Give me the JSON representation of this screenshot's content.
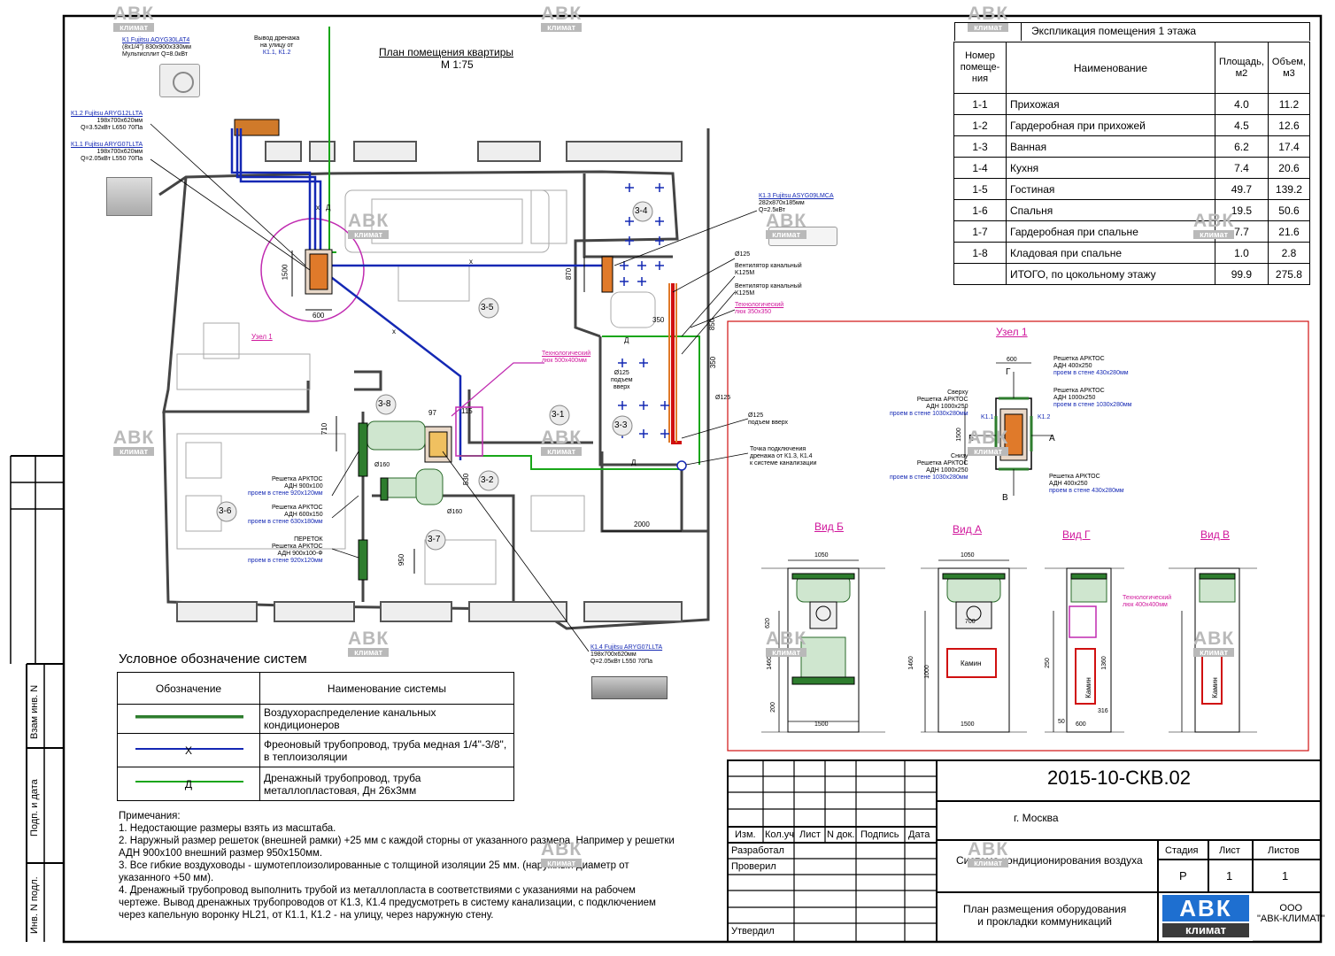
{
  "plan": {
    "title": "План помещения квартиры",
    "scale": "М 1:75",
    "drain_outlet": [
      "Вывод дренажа",
      "на улицу от",
      "К1.1, К1.2"
    ],
    "units": {
      "k1": [
        "К1 Fujitsu AOYG30LAT4",
        "(8х1/4\") 830х900х330мм",
        "Мультисплит Q=8.0кВт"
      ],
      "k12": [
        "К1.2 Fujitsu ARYG12LLTA",
        "198х700х620мм",
        "Q=3.52кВт L650 70Па"
      ],
      "k11": [
        "К1.1 Fujitsu ARYG07LLTA",
        "198х700х620мм",
        "Q=2.05кВт L550 70Па"
      ],
      "k13": [
        "К1.3 Fujitsu ASYG09LMCA",
        "282х870х185мм",
        "Q=2.5кВт"
      ],
      "k14": [
        "К1.4 Fujitsu ARYG07LLTA",
        "198х700х620мм",
        "Q=2.05кВт L550 70Па"
      ]
    },
    "rooms": [
      "3-4",
      "3-5",
      "3-8",
      "3-1",
      "3-3",
      "3-2",
      "3-6",
      "3-7"
    ],
    "dims": [
      "1500",
      "600",
      "870",
      "350",
      "350",
      "850",
      "710",
      "2000",
      "950",
      "530",
      "97",
      "115"
    ],
    "uzel_label": "Узел 1",
    "d125": "Ø125",
    "fan1": [
      "Вентилятор канальный",
      "K125M"
    ],
    "fan2": [
      "Вентилятор канальный",
      "K125M"
    ],
    "tech_hatch1": [
      "Технологический",
      "люк 350х350"
    ],
    "tech_hatch2": [
      "Технологический",
      "люк 500х400мм"
    ],
    "rise1": [
      "Ø125",
      "подъем",
      "вверх"
    ],
    "d125b": "Ø125",
    "rise2": [
      "Ø125",
      "подъем вверх"
    ],
    "drain_point": [
      "Точка подключения",
      "дренажа от К1.3, К1.4",
      "к системе канализации"
    ],
    "d160": "Ø160",
    "d160b": "Ø160",
    "grille1": [
      "Решетка АРКТОС",
      "АДН 900х100",
      "проем в стене 920х120мм"
    ],
    "grille2": [
      "Решетка АРКТОС",
      "АДН 600х150",
      "проем в стене 630х180мм"
    ],
    "grille3": [
      "ПЕРЕТОК",
      "Решетка АРКТОС",
      "АДН 900х100-Ф",
      "проем в стене 920х120мм"
    ]
  },
  "legend": {
    "heading": "Условное обозначение систем",
    "col1": "Обозначение",
    "col2": "Наименование системы",
    "rows": [
      {
        "mark": "",
        "text": [
          "Воздухораспределение канальных кондиционеров"
        ]
      },
      {
        "mark": "Х",
        "text": [
          "Фреоновый трубопровод, труба медная 1/4\"-3/8\",",
          "в теплоизоляции"
        ]
      },
      {
        "mark": "Д",
        "text": [
          "Дренажный трубопровод, труба",
          "металлопластовая, Дн 26х3мм"
        ]
      }
    ]
  },
  "notes": {
    "title": "Примечания:",
    "lines": [
      "1. Недостающие размеры взять из масштаба.",
      "2. Наружный размер решеток (внешней рамки) +25 мм с каждой сторны от указанного размера. Например у решетки",
      "АДН 900х100 внешний размер 950х150мм.",
      "3. Все гибкие воздуховоды - шумотеплоизолированные с толщиной изоляции 25 мм. (наружный диаметр от",
      "указанного +50 мм).",
      "4. Дренажный трубопровод выполнить трубой из металлопласта в соответствиями с указаниями на рабочем",
      "чертеже. Вывод дренажных трубопроводов от К1.3, К1.4 предусмотреть в систему канализации, с подключением",
      "через капельную воронку HL21, от К1.1, К1.2 - на улицу, через наружную стену."
    ]
  },
  "explication": {
    "title": "Экспликация помещения 1 этажа",
    "headers": {
      "num": [
        "Номер",
        "помеще-",
        "ния"
      ],
      "name": "Наименование",
      "area": [
        "Площадь,",
        "м2"
      ],
      "vol": [
        "Объем,",
        "м3"
      ]
    },
    "rows": [
      {
        "num": "1-1",
        "name": "Прихожая",
        "area": "4.0",
        "vol": "11.2"
      },
      {
        "num": "1-2",
        "name": "Гардеробная при прихожей",
        "area": "4.5",
        "vol": "12.6"
      },
      {
        "num": "1-3",
        "name": "Ванная",
        "area": "6.2",
        "vol": "17.4"
      },
      {
        "num": "1-4",
        "name": "Кухня",
        "area": "7.4",
        "vol": "20.6"
      },
      {
        "num": "1-5",
        "name": "Гостиная",
        "area": "49.7",
        "vol": "139.2"
      },
      {
        "num": "1-6",
        "name": "Спальня",
        "area": "19.5",
        "vol": "50.6"
      },
      {
        "num": "1-7",
        "name": "Гардеробная при спальне",
        "area": "7.7",
        "vol": "21.6"
      },
      {
        "num": "1-8",
        "name": "Кладовая при спальне",
        "area": "1.0",
        "vol": "2.8"
      },
      {
        "num": "",
        "name": "ИТОГО, по цокольному этажу",
        "area": "99.9",
        "vol": "275.8"
      }
    ]
  },
  "node": {
    "title": "Узел 1",
    "views": [
      "Вид Б",
      "Вид А",
      "Вид Г",
      "Вид В"
    ],
    "labels": {
      "g600": "600",
      "g1500": "1500",
      "k11": "K1.1",
      "k12": "K1.2",
      "a": "А",
      "b": "Б",
      "v": "В",
      "g": "Г",
      "r1": [
        "Решетка АРКТОС",
        "АДН 400х250",
        "проем в стене 430х280мм"
      ],
      "r2": [
        "Решетка АРКТОС",
        "АДН 1000х250",
        "проем в стене 1030х280мм"
      ],
      "r3": [
        "Сверху",
        "Решетка АРКТОС",
        "АДН 1000х250",
        "проем в стене 1030х280мм"
      ],
      "r4": [
        "Снизу",
        "Решетка АРКТОС",
        "АДН 1000х250",
        "проем в стене 1030х280мм"
      ],
      "r5": [
        "Решетка АРКТОС",
        "АДН 400х250",
        "проем в стене 430х280мм"
      ],
      "fire": "Камин",
      "tech": [
        "Технологический",
        "люк 400х400мм"
      ],
      "dims": [
        "1050",
        "620",
        "1460",
        "200",
        "1500",
        "700",
        "1000",
        "1460",
        "250",
        "1360",
        "316",
        "50",
        "600",
        "1050",
        "1500"
      ]
    }
  },
  "stamp": {
    "doc_code": "2015-10-СКВ.02",
    "city": "г. Москва",
    "system": "Система кондиционирования воздуха",
    "plan_name": [
      "План размещения оборудования",
      "и прокладки коммуникаций"
    ],
    "cols": [
      "Изм.",
      "Кол.уч",
      "Лист",
      "N док.",
      "Подпись",
      "Дата"
    ],
    "roles": [
      "Разработал",
      "Проверил",
      "Утвердил"
    ],
    "stage_h": "Стадия",
    "sheet_h": "Лист",
    "sheets_h": "Листов",
    "stage": "Р",
    "sheet": "1",
    "sheets": "1",
    "company": [
      "ООО",
      "\"АВК-КЛИМАТ\""
    ],
    "logo": [
      "АВК",
      "климат"
    ]
  },
  "sidebar": [
    "Взам инв. N",
    "Подп. и дата",
    "Инв. N подл."
  ],
  "watermark": [
    "АВК",
    "климат"
  ]
}
